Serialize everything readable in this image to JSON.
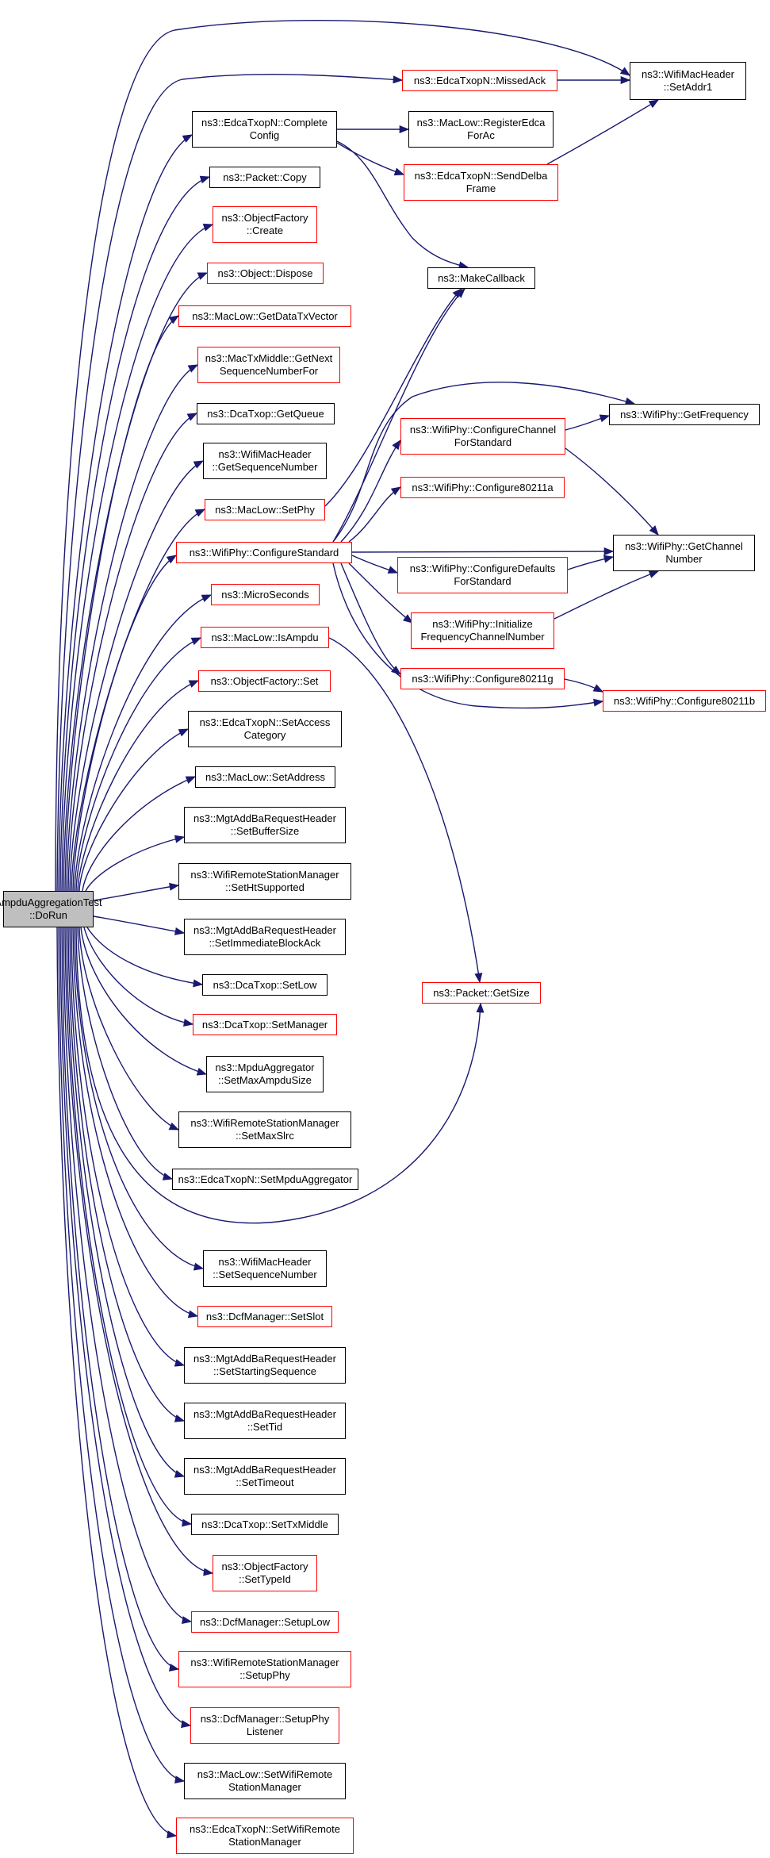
{
  "colors": {
    "edge": "#191970",
    "root_fill": "#bfbfbf",
    "link_border": "#ff0000",
    "plain_border": "#000000"
  },
  "nodes": {
    "root": {
      "label": "AmpduAggregationTest\n::DoRun"
    },
    "missedAck": {
      "label": "ns3::EdcaTxopN::MissedAck"
    },
    "setAddr1": {
      "label": "ns3::WifiMacHeader\n::SetAddr1"
    },
    "completeConfig": {
      "label": "ns3::EdcaTxopN::Complete\nConfig"
    },
    "registerEdca": {
      "label": "ns3::MacLow::RegisterEdca\nForAc"
    },
    "sendDelba": {
      "label": "ns3::EdcaTxopN::SendDelba\nFrame"
    },
    "copy": {
      "label": "ns3::Packet::Copy"
    },
    "create": {
      "label": "ns3::ObjectFactory\n::Create"
    },
    "dispose": {
      "label": "ns3::Object::Dispose"
    },
    "makeCallback": {
      "label": "ns3::MakeCallback"
    },
    "getDataTxVector": {
      "label": "ns3::MacLow::GetDataTxVector"
    },
    "getNextSeq": {
      "label": "ns3::MacTxMiddle::GetNext\nSequenceNumberFor"
    },
    "getQueue": {
      "label": "ns3::DcaTxop::GetQueue"
    },
    "getSeqNum": {
      "label": "ns3::WifiMacHeader\n::GetSequenceNumber"
    },
    "setPhy": {
      "label": "ns3::MacLow::SetPhy"
    },
    "configChannel": {
      "label": "ns3::WifiPhy::ConfigureChannel\nForStandard"
    },
    "getFrequency": {
      "label": "ns3::WifiPhy::GetFrequency"
    },
    "config80211a": {
      "label": "ns3::WifiPhy::Configure80211a"
    },
    "configStandard": {
      "label": "ns3::WifiPhy::ConfigureStandard"
    },
    "getChannelNumber": {
      "label": "ns3::WifiPhy::GetChannel\nNumber"
    },
    "configDefaults": {
      "label": "ns3::WifiPhy::ConfigureDefaults\nForStandard"
    },
    "microSeconds": {
      "label": "ns3::MicroSeconds"
    },
    "initFreq": {
      "label": "ns3::WifiPhy::Initialize\nFrequencyChannelNumber"
    },
    "isAmpdu": {
      "label": "ns3::MacLow::IsAmpdu"
    },
    "config80211g": {
      "label": "ns3::WifiPhy::Configure80211g"
    },
    "config80211b": {
      "label": "ns3::WifiPhy::Configure80211b"
    },
    "objFactorySet": {
      "label": "ns3::ObjectFactory::Set"
    },
    "setAccessCategory": {
      "label": "ns3::EdcaTxopN::SetAccess\nCategory"
    },
    "setAddress": {
      "label": "ns3::MacLow::SetAddress"
    },
    "setBufferSize": {
      "label": "ns3::MgtAddBaRequestHeader\n::SetBufferSize"
    },
    "setHtSupported": {
      "label": "ns3::WifiRemoteStationManager\n::SetHtSupported"
    },
    "setImmediateBlockAck": {
      "label": "ns3::MgtAddBaRequestHeader\n::SetImmediateBlockAck"
    },
    "setLow": {
      "label": "ns3::DcaTxop::SetLow"
    },
    "getSize": {
      "label": "ns3::Packet::GetSize"
    },
    "setManager": {
      "label": "ns3::DcaTxop::SetManager"
    },
    "setMaxAmpduSize": {
      "label": "ns3::MpduAggregator\n::SetMaxAmpduSize"
    },
    "setMaxSlrc": {
      "label": "ns3::WifiRemoteStationManager\n::SetMaxSlrc"
    },
    "setMpduAggregator": {
      "label": "ns3::EdcaTxopN::SetMpduAggregator"
    },
    "setSequenceNumber": {
      "label": "ns3::WifiMacHeader\n::SetSequenceNumber"
    },
    "setSlot": {
      "label": "ns3::DcfManager::SetSlot"
    },
    "setStartingSequence": {
      "label": "ns3::MgtAddBaRequestHeader\n::SetStartingSequence"
    },
    "setTid": {
      "label": "ns3::MgtAddBaRequestHeader\n::SetTid"
    },
    "setTimeout": {
      "label": "ns3::MgtAddBaRequestHeader\n::SetTimeout"
    },
    "setTxMiddle": {
      "label": "ns3::DcaTxop::SetTxMiddle"
    },
    "setTypeId": {
      "label": "ns3::ObjectFactory\n::SetTypeId"
    },
    "setupLow": {
      "label": "ns3::DcfManager::SetupLow"
    },
    "setupPhy": {
      "label": "ns3::WifiRemoteStationManager\n::SetupPhy"
    },
    "setupPhyListener": {
      "label": "ns3::DcfManager::SetupPhy\nListener"
    },
    "setWifiRemoteMacLow": {
      "label": "ns3::MacLow::SetWifiRemote\nStationManager"
    },
    "setWifiRemoteEdca": {
      "label": "ns3::EdcaTxopN::SetWifiRemote\nStationManager"
    }
  }
}
